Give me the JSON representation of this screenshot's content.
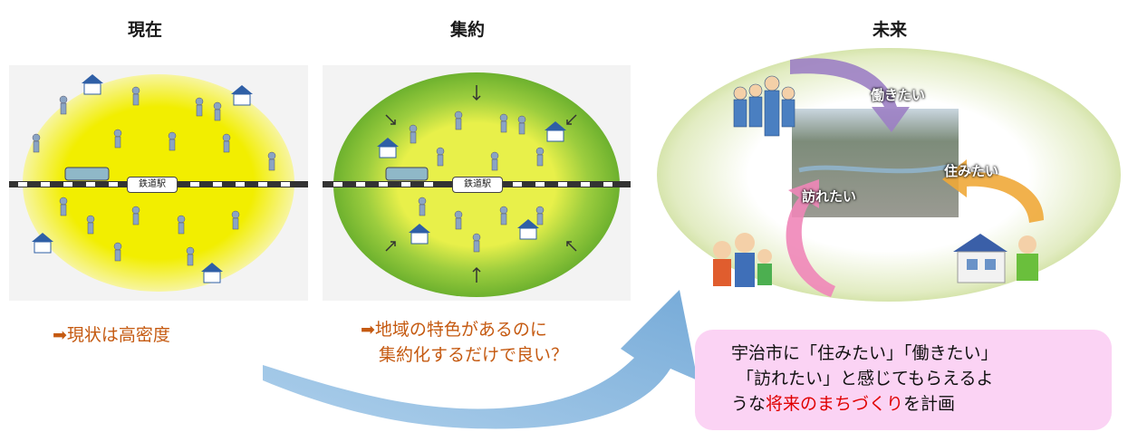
{
  "headings": {
    "current": "現在",
    "consolidation": "集約",
    "future": "未来"
  },
  "station_label": "鉄道駅",
  "notes": {
    "current": "➡現状は高密度",
    "consolidation_line1": "➡地域の特色があるのに",
    "consolidation_line2": "集約化するだけで良い？"
  },
  "future_arrows": {
    "work": "働きたい",
    "live": "住みたい",
    "visit": "訪れたい"
  },
  "future_box": {
    "line1": "宇治市に「住みたい」「働きたい」",
    "line2": "「訪れたい」と感じてもらえるよ",
    "line3_pre": "うな",
    "line3_red": "将来のまちづくり",
    "line3_post": "を計画"
  },
  "colors": {
    "yellow": "#f2ee00",
    "green": "#7bbd35",
    "note_orange": "#c55a11",
    "highlight_red": "#e00000",
    "pink_box": "#fbd3f4",
    "big_arrow_blue": "#7fb3dc"
  }
}
